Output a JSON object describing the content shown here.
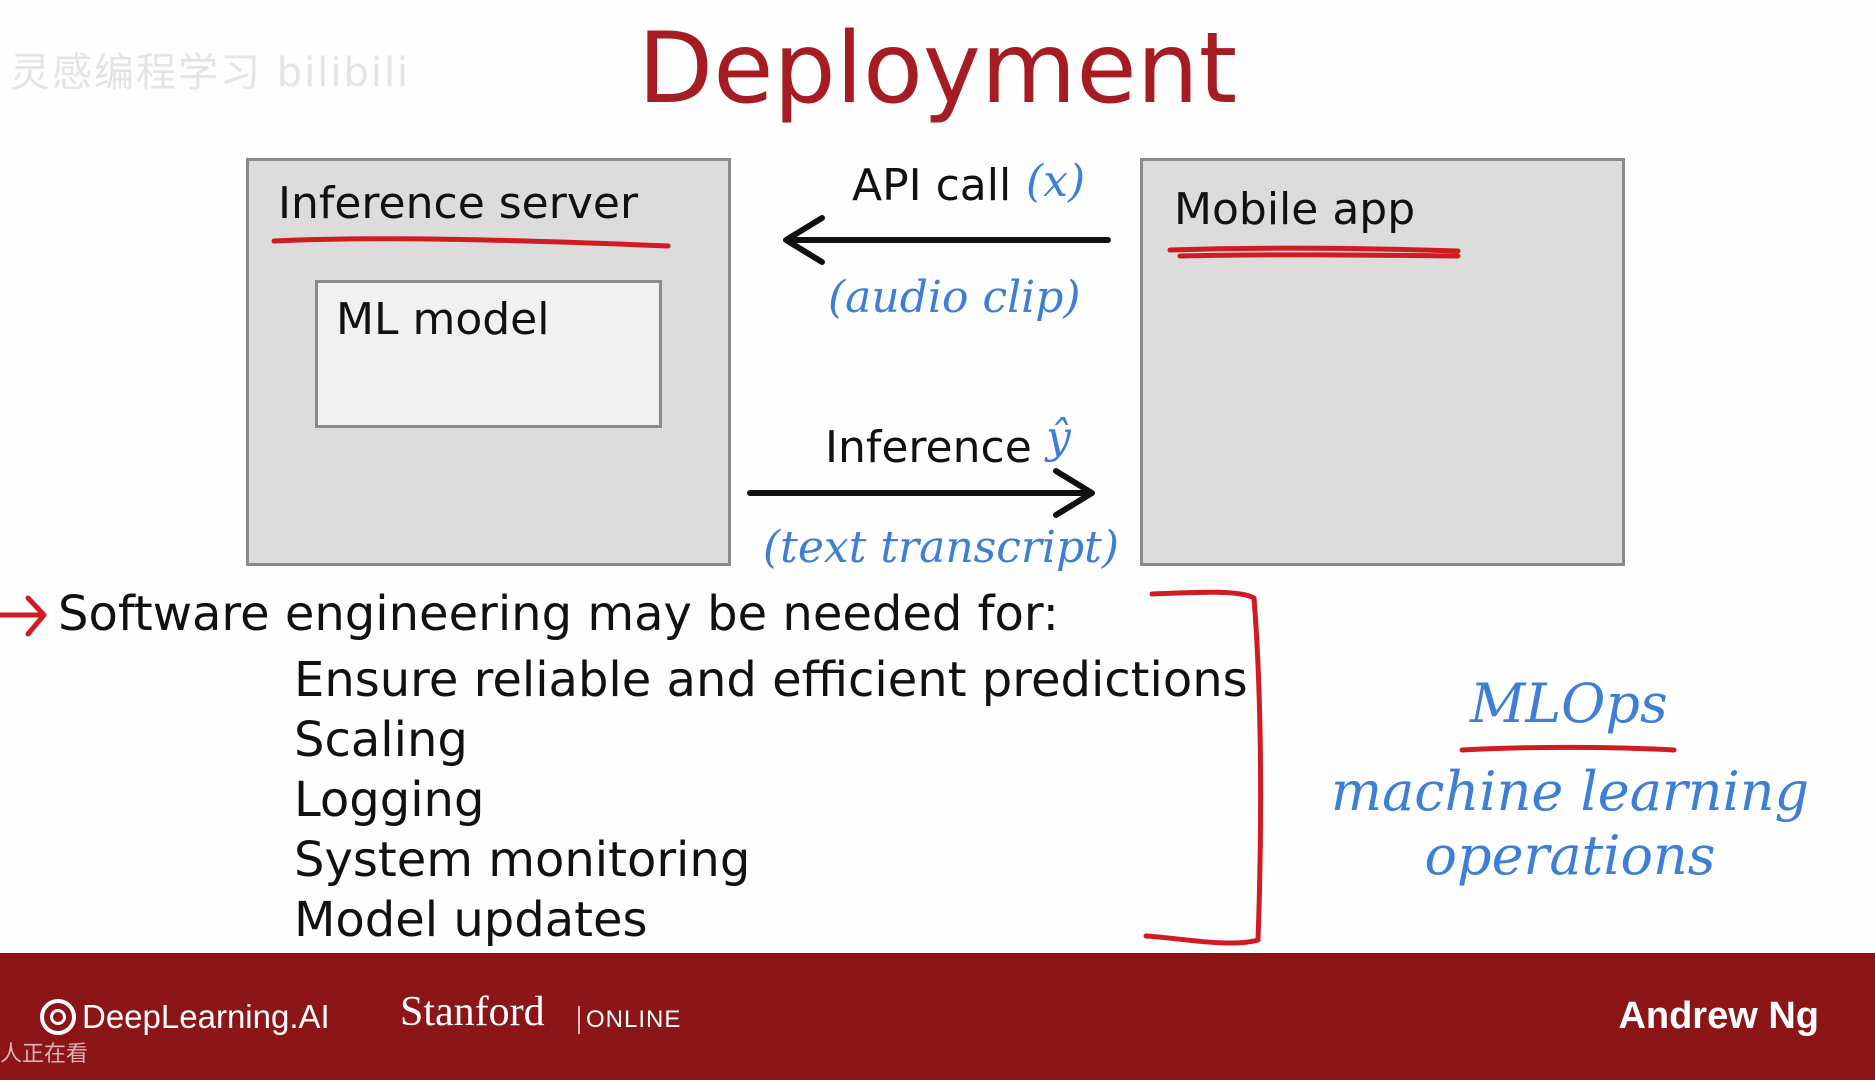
{
  "slide": {
    "watermark": "灵感编程学习 bilibili",
    "title": "Deployment",
    "inference_server_label": "Inference server",
    "ml_model_label": "ML model",
    "mobile_app_label": "Mobile app",
    "api_call_label": "API call",
    "api_call_var": "(x)",
    "api_call_note": "(audio clip)",
    "inference_label": "Inference",
    "inference_var": "ŷ",
    "inference_note": "(text transcript)",
    "bullet_header": "Software engineering may be needed for:",
    "bullets": [
      "Ensure reliable and efficient predictions",
      "Scaling",
      "Logging",
      "System monitoring",
      "Model updates"
    ],
    "mlops_label": "MLOps",
    "mlops_definition_line1": "machine learning",
    "mlops_definition_line2": "operations"
  },
  "footer": {
    "deeplearning": "DeepLearning.AI",
    "stanford": "Stanford",
    "online": "ONLINE",
    "author": "Andrew Ng",
    "viewer_note": "人正在看"
  },
  "colors": {
    "title_red": "#a51c23",
    "annotation_red": "#d01b22",
    "handwriting_blue": "#3d7fd6",
    "footer_red": "#8c1518",
    "box_gray": "#dcdcdc"
  }
}
